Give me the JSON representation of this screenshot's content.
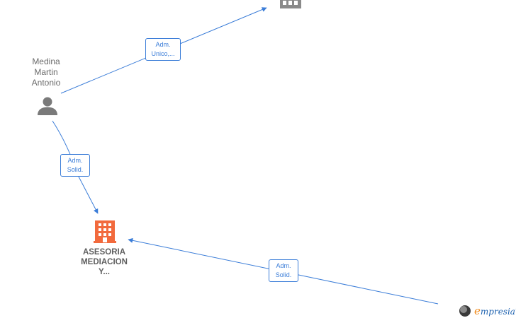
{
  "nodes": {
    "person": {
      "name_lines": [
        "Medina",
        "Martin",
        "Antonio"
      ],
      "icon": "person-icon"
    },
    "company_main": {
      "name_lines": [
        "ASESORIA",
        "MEDIACION",
        "Y..."
      ],
      "icon": "building-icon",
      "color": "#f26a3d"
    },
    "company_top": {
      "icon": "building-icon",
      "color": "#8a8a8a"
    }
  },
  "edges": {
    "e1": {
      "label_lines": [
        "Adm.",
        "Unico,..."
      ]
    },
    "e2": {
      "label_lines": [
        "Adm.",
        "Solid."
      ]
    },
    "e3": {
      "label_lines": [
        "Adm.",
        "Solid."
      ]
    }
  },
  "colors": {
    "edge": "#3b7dd8",
    "person_icon": "#7a7a7a"
  },
  "brand": {
    "e_letter": "e",
    "rest": "mpresia",
    "trademark": "®"
  }
}
